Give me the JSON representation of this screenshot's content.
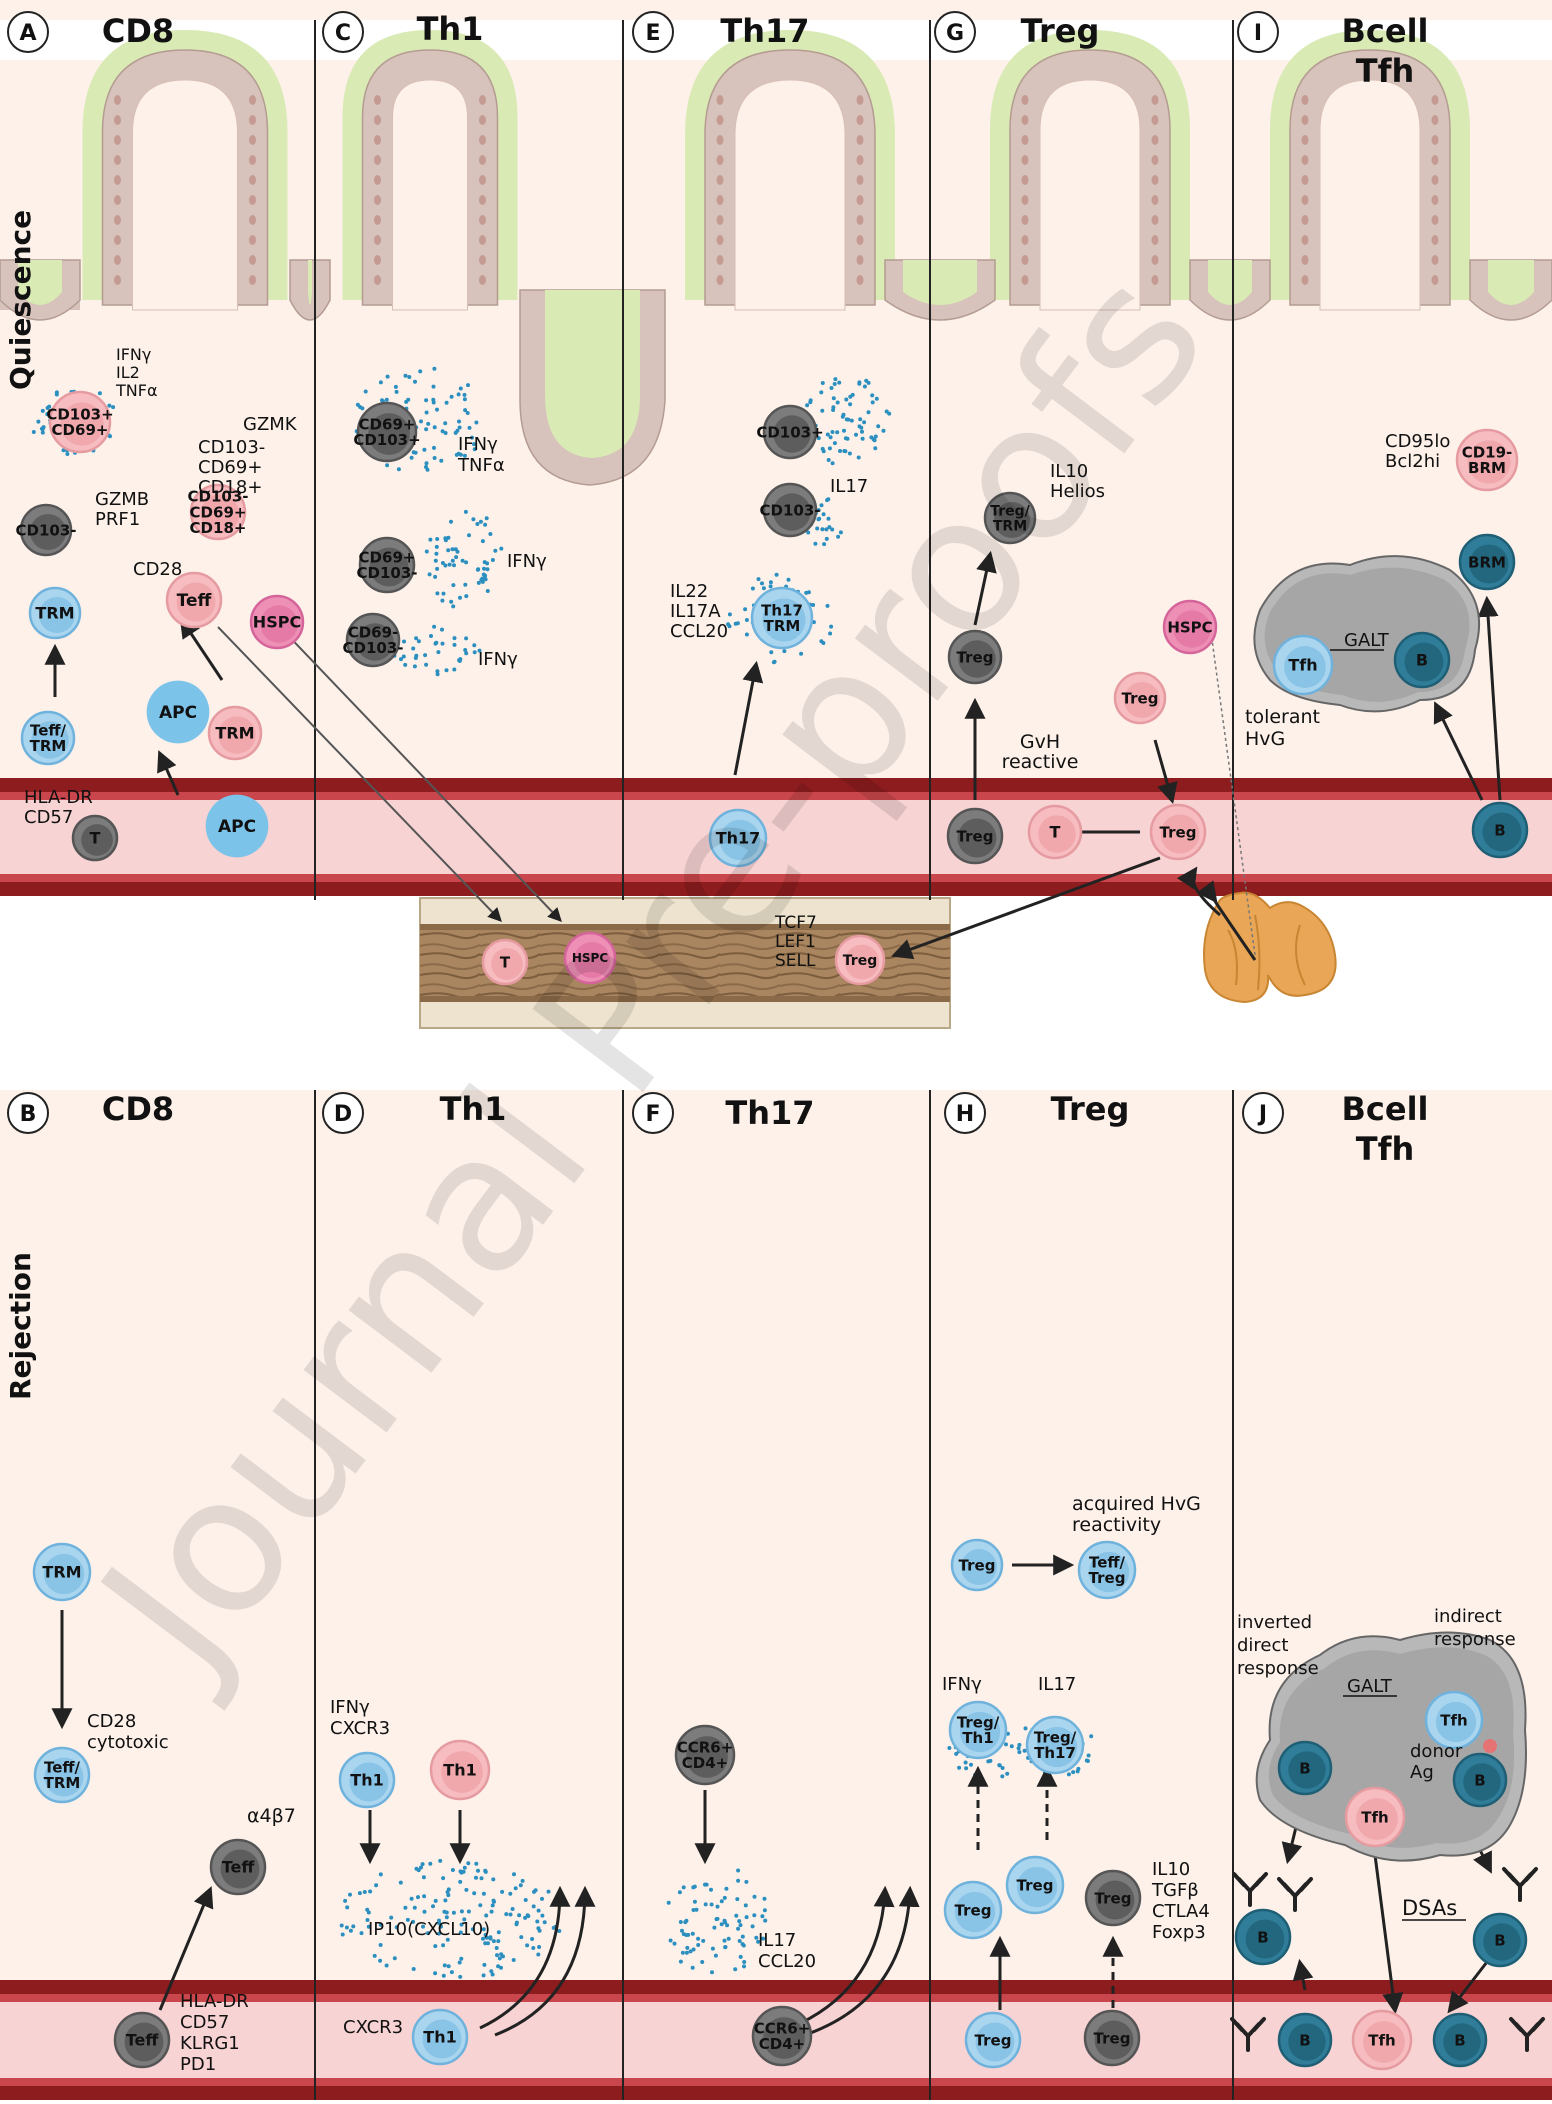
{
  "rows": [
    {
      "label": "Quiescence"
    },
    {
      "label": "Rejection"
    }
  ],
  "panels": {
    "A": {
      "letter": "A",
      "title": "CD8"
    },
    "B": {
      "letter": "B",
      "title": "CD8"
    },
    "C": {
      "letter": "C",
      "title": "Th1"
    },
    "D": {
      "letter": "D",
      "title": "Th1"
    },
    "E": {
      "letter": "E",
      "title": "Th17"
    },
    "F": {
      "letter": "F",
      "title": "Th17"
    },
    "G": {
      "letter": "G",
      "title": "Treg"
    },
    "H": {
      "letter": "H",
      "title": "Treg"
    },
    "I": {
      "letter": "I",
      "title1": "Bcell",
      "title2": "Tfh"
    },
    "J": {
      "letter": "J",
      "title1": "Bcell",
      "title2": "Tfh"
    }
  },
  "watermark": "Journal Pre-proofs",
  "colors": {
    "villus": "#d9eab4",
    "epithelium": "#d7c3bb",
    "lamina": "#fdf1ea",
    "vessel_wall": "#8c1c1e",
    "vessel_lumen": "#f7d3d3",
    "blue_cell": "#a9d5ef",
    "gray_cell": "#7c7c7c",
    "pink_cell": "#f6bcc0",
    "magenta_cell": "#ee90b6",
    "dark_b_cell": "#2f7d98",
    "apc": "#7cc3ea",
    "bone_marrow": "#ccb08a",
    "thymus": "#e8a656"
  },
  "A": {
    "cyto1": [
      "IFNγ",
      "IL2",
      "TNFα"
    ],
    "cell_cd103p": [
      "CD103+",
      "CD69+"
    ],
    "gzmk": "GZMK",
    "cd103m_lines": [
      "CD103-",
      "CD69+",
      "CD18+"
    ],
    "gzmb": [
      "GZMB",
      "PRF1"
    ],
    "cd103m": "CD103-",
    "cd28": "CD28",
    "teff": "Teff",
    "hspc": "HSPC",
    "trm": "TRM",
    "teff_trm": [
      "Teff/",
      "TRM"
    ],
    "apc": "APC",
    "trm2": "TRM",
    "hla": [
      "HLA-DR",
      "CD57"
    ],
    "t": "T",
    "apc2": "APC"
  },
  "C": {
    "cell1": [
      "CD69+",
      "CD103+"
    ],
    "cyto1": [
      "IFNγ",
      "TNFα"
    ],
    "cell2": [
      "CD69+",
      "CD103-"
    ],
    "cyto2": "IFNγ",
    "cell3": [
      "CD69-",
      "CD103-"
    ],
    "cyto3": "IFNγ"
  },
  "E": {
    "cd103p": "CD103+",
    "il17": "IL17",
    "cd103m": "CD103-",
    "cyto": [
      "IL22",
      "IL17A",
      "CCL20"
    ],
    "th17trm": [
      "Th17",
      "TRM"
    ],
    "th17": "Th17"
  },
  "G": {
    "cyto": [
      "IL10",
      "Helios"
    ],
    "tregtrm": [
      "Treg/",
      "TRM"
    ],
    "treg1": "Treg",
    "hspc": "HSPC",
    "treg2": "Treg",
    "gvh": [
      "GvH",
      "reactive"
    ],
    "treg3": "Treg",
    "t": "T",
    "treg4": "Treg"
  },
  "marrow": {
    "t": "T",
    "hspc": "HSPC",
    "markers": [
      "TCF7",
      "LEF1",
      "SELL"
    ],
    "treg": "Treg"
  },
  "I": {
    "cd95": [
      "CD95lo",
      "Bcl2hi"
    ],
    "cd19": [
      "CD19-",
      "BRM"
    ],
    "brm": "BRM",
    "galt": "GALT",
    "tfh": "Tfh",
    "b": "B",
    "tolerant": [
      "tolerant",
      "HvG"
    ],
    "b2": "B"
  },
  "B": {
    "trm": "TRM",
    "cd28": [
      "CD28",
      "cytotoxic"
    ],
    "teff_trm": [
      "Teff/",
      "TRM"
    ],
    "a4b7": "α4β7",
    "teff": "Teff",
    "teff2": "Teff",
    "markers": [
      "HLA-DR",
      "CD57",
      "KLRG1",
      "PD1"
    ]
  },
  "D": {
    "cyto": [
      "IFNγ",
      "CXCR3"
    ],
    "th1a": "Th1",
    "th1b": "Th1",
    "ip10": "IP10(CXCL10)",
    "cxcr3": "CXCR3",
    "th1c": "Th1"
  },
  "F": {
    "cell1": [
      "CCR6+",
      "CD4+"
    ],
    "cyto": [
      "IL17",
      "CCL20"
    ],
    "cell2": [
      "CCR6+",
      "CD4+"
    ]
  },
  "H": {
    "acquired": [
      "acquired HvG",
      "reactivity"
    ],
    "treg1": "Treg",
    "teff_treg": [
      "Teff/",
      "Treg"
    ],
    "ifng": "IFNγ",
    "il17": "IL17",
    "treg_th1": [
      "Treg/",
      "Th1"
    ],
    "treg_th17": [
      "Treg/",
      "Th17"
    ],
    "treg2": "Treg",
    "treg3": "Treg",
    "treg4": "Treg",
    "markers": [
      "IL10",
      "TGFβ",
      "CTLA4",
      "Foxp3"
    ],
    "treg5": "Treg",
    "treg6": "Treg"
  },
  "J": {
    "inverted": [
      "inverted",
      "direct",
      "response"
    ],
    "indirect": [
      "indirect",
      "response"
    ],
    "galt": "GALT",
    "tfh1": "Tfh",
    "b1": "B",
    "donor": [
      "donor",
      "Ag"
    ],
    "b2": "B",
    "tfh2": "Tfh",
    "dsas": "DSAs",
    "b3": "B",
    "b4": "B",
    "b5": "B",
    "tfh3": "Tfh",
    "b6": "B"
  }
}
